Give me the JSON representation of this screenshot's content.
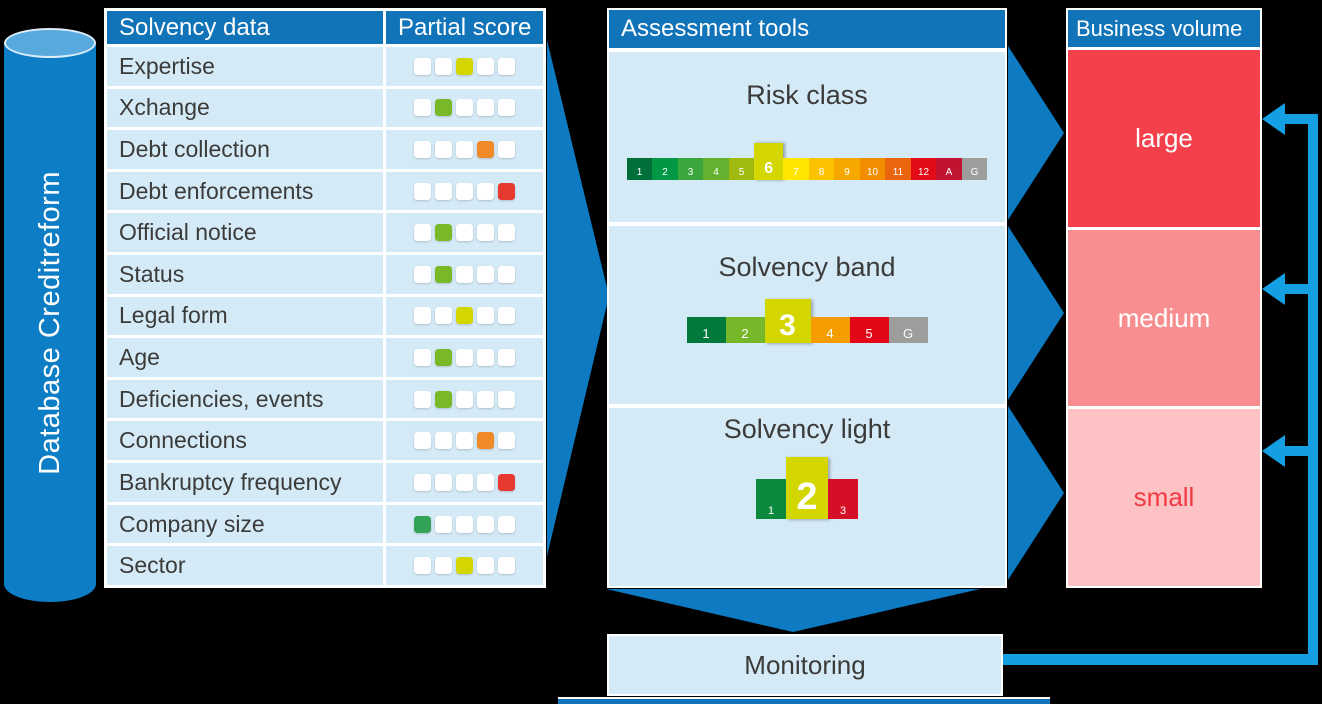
{
  "database": {
    "label": "Database Creditreform"
  },
  "table": {
    "header": {
      "col1": "Solvency data",
      "col2": "Partial score"
    },
    "rows": [
      {
        "label": "Expertise",
        "score_pos": 3,
        "score_color": "yellow"
      },
      {
        "label": "Xchange",
        "score_pos": 2,
        "score_color": "lightgreen"
      },
      {
        "label": "Debt collection",
        "score_pos": 4,
        "score_color": "orange"
      },
      {
        "label": "Debt enforcements",
        "score_pos": 5,
        "score_color": "red"
      },
      {
        "label": "Official notice",
        "score_pos": 2,
        "score_color": "lightgreen"
      },
      {
        "label": "Status",
        "score_pos": 2,
        "score_color": "lightgreen"
      },
      {
        "label": "Legal form",
        "score_pos": 3,
        "score_color": "yellow"
      },
      {
        "label": "Age",
        "score_pos": 2,
        "score_color": "lightgreen"
      },
      {
        "label": "Deficiencies, events",
        "score_pos": 2,
        "score_color": "lightgreen"
      },
      {
        "label": "Connections",
        "score_pos": 4,
        "score_color": "orange"
      },
      {
        "label": "Bankruptcy frequency",
        "score_pos": 5,
        "score_color": "red"
      },
      {
        "label": "Company size",
        "score_pos": 1,
        "score_color": "green"
      },
      {
        "label": "Sector",
        "score_pos": 3,
        "score_color": "yellow"
      }
    ]
  },
  "assessment": {
    "header": "Assessment tools",
    "sections": [
      {
        "title": "Risk class",
        "scale": {
          "highlight": "6",
          "segments": [
            {
              "label": "1",
              "color": "#006f3a"
            },
            {
              "label": "2",
              "color": "#009845"
            },
            {
              "label": "3",
              "color": "#3aa63c"
            },
            {
              "label": "4",
              "color": "#64b02f"
            },
            {
              "label": "5",
              "color": "#a0ba10"
            },
            {
              "label": "6",
              "color": "#d4d600"
            },
            {
              "label": "7",
              "color": "#ffe500"
            },
            {
              "label": "8",
              "color": "#fcc300"
            },
            {
              "label": "9",
              "color": "#f7a800"
            },
            {
              "label": "10",
              "color": "#f18e00"
            },
            {
              "label": "11",
              "color": "#ea650d"
            },
            {
              "label": "12",
              "color": "#e30b17"
            },
            {
              "label": "A",
              "color": "#c11432"
            },
            {
              "label": "G",
              "color": "#9d9d9c"
            }
          ]
        }
      },
      {
        "title": "Solvency band",
        "scale": {
          "highlight": "3",
          "segments": [
            {
              "label": "1",
              "color": "#00793d"
            },
            {
              "label": "2",
              "color": "#76b82a"
            },
            {
              "label": "3",
              "color": "#d4d600"
            },
            {
              "label": "4",
              "color": "#f59c00"
            },
            {
              "label": "5",
              "color": "#e30617"
            },
            {
              "label": "G",
              "color": "#9d9d9c"
            }
          ]
        }
      },
      {
        "title": "Solvency light",
        "scale": {
          "highlight": "2",
          "segments": [
            {
              "label": "1",
              "color": "#0b8a3e"
            },
            {
              "label": "2",
              "color": "#d4d600"
            },
            {
              "label": "3",
              "color": "#d40f26"
            }
          ]
        }
      }
    ]
  },
  "business_volume": {
    "header": "Business volume",
    "blocks": [
      {
        "label": "large",
        "bg": "#f4404a",
        "text_color": "#ffffff"
      },
      {
        "label": "medium",
        "bg": "#f98e90",
        "text_color": "#ffffff"
      },
      {
        "label": "small",
        "bg": "#fcc2c4",
        "text_color": "#ee3a43"
      }
    ]
  },
  "monitoring": {
    "label": "Monitoring"
  },
  "colors": {
    "header_blue": "#1173b8",
    "panel_light_blue": "#d5eaf7",
    "process_blue": "#0d7ac2",
    "line_blue": "#149fe2",
    "cylinder_blue": "#0d7ec6",
    "cylinder_top_blue": "#58a9de",
    "text_dark": "#3b3b3a",
    "score": {
      "green": "#33a457",
      "lightgreen": "#79b928",
      "yellow": "#d4d600",
      "orange": "#f08a28",
      "red": "#e8392e"
    }
  }
}
